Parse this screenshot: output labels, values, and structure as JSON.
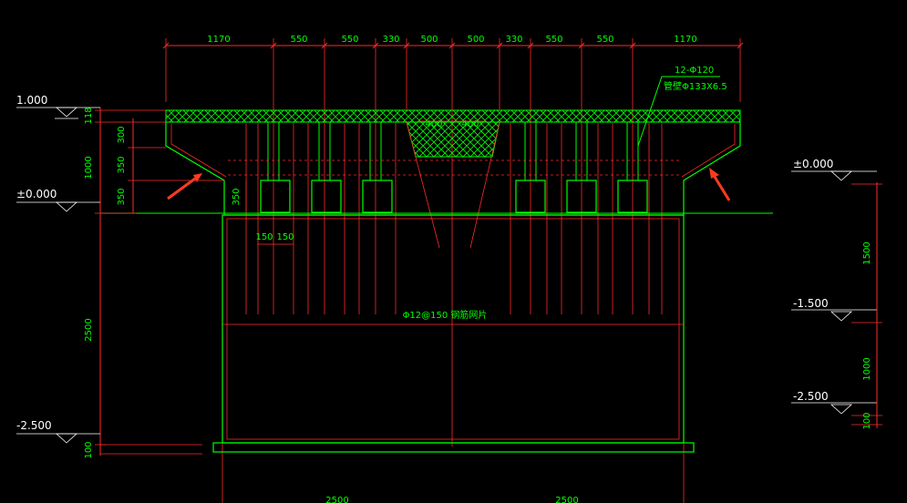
{
  "top_dims": [
    "1170",
    "550",
    "550",
    "330",
    "500",
    "500",
    "330",
    "550",
    "550",
    "1170"
  ],
  "notes": {
    "pile_count": "12-Φ120",
    "pipe": "管壁Φ133X6.5",
    "mesh": "Φ12@150 钢筋网片"
  },
  "inner_dims": {
    "left_400": "400",
    "right_400": "400",
    "beam_height": "350",
    "w1": "150",
    "w2": "150"
  },
  "left_dims": [
    "118",
    "300",
    "350",
    "350",
    "1000",
    "2500",
    "100"
  ],
  "right_dims": [
    "1500",
    "1000",
    "100"
  ],
  "bottom_dims": [
    "2500",
    "2500"
  ],
  "levels_left": [
    "1.000",
    "±0.000",
    "-2.500"
  ],
  "levels_right": [
    "±0.000",
    "-1.500",
    "-2.500"
  ],
  "colors": {
    "background": "#000000",
    "outline": "#00ff00",
    "dim_line": "#ff0000",
    "hatch": "#00ff00",
    "arrow": "#ff3b1e",
    "level_text": "#ffffff"
  }
}
